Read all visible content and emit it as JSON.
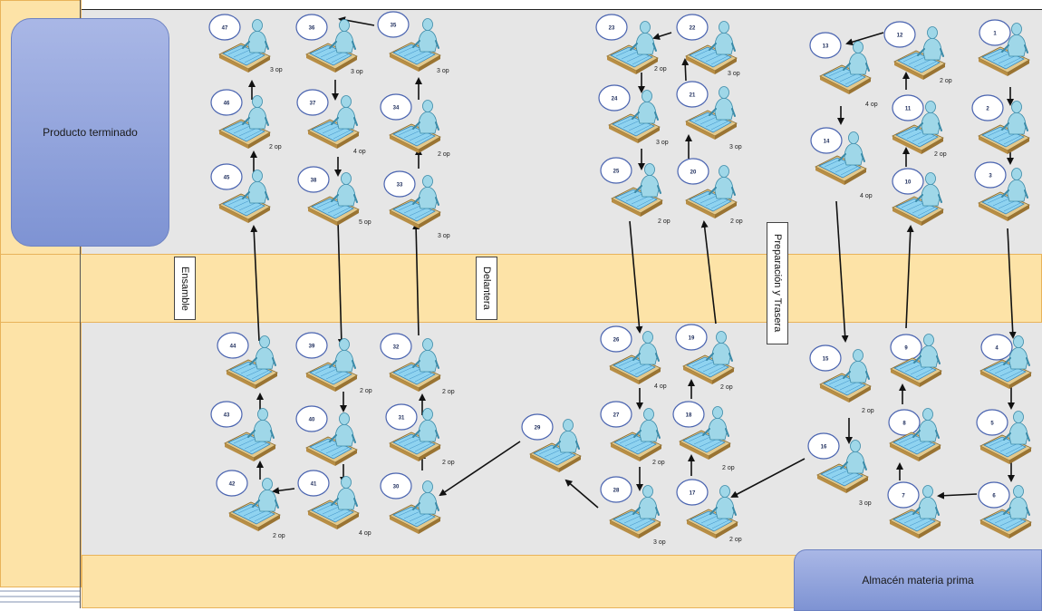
{
  "labels": {
    "finished_goods": "Producto terminado",
    "raw_materials": "Almacén materia prima",
    "area_assembly": "Ensamble",
    "area_front": "Delantera",
    "area_prep_rear": "Preparación y Trasera"
  },
  "stations": [
    {
      "n": "1",
      "op": ""
    },
    {
      "n": "2",
      "op": ""
    },
    {
      "n": "3",
      "op": ""
    },
    {
      "n": "4",
      "op": ""
    },
    {
      "n": "5",
      "op": ""
    },
    {
      "n": "6",
      "op": ""
    },
    {
      "n": "7",
      "op": ""
    },
    {
      "n": "8",
      "op": ""
    },
    {
      "n": "9",
      "op": ""
    },
    {
      "n": "10",
      "op": ""
    },
    {
      "n": "11",
      "op": "2 op"
    },
    {
      "n": "12",
      "op": "2 op"
    },
    {
      "n": "13",
      "op": "4 op"
    },
    {
      "n": "14",
      "op": "4 op"
    },
    {
      "n": "15",
      "op": "2 op"
    },
    {
      "n": "16",
      "op": "3 op"
    },
    {
      "n": "17",
      "op": "2 op"
    },
    {
      "n": "18",
      "op": "2 op"
    },
    {
      "n": "19",
      "op": "2 op"
    },
    {
      "n": "20",
      "op": "2 op"
    },
    {
      "n": "21",
      "op": "3 op"
    },
    {
      "n": "22",
      "op": "3 op"
    },
    {
      "n": "23",
      "op": "2 op"
    },
    {
      "n": "24",
      "op": "3 op"
    },
    {
      "n": "25",
      "op": "2 op"
    },
    {
      "n": "26",
      "op": "4 op"
    },
    {
      "n": "27",
      "op": "2 op"
    },
    {
      "n": "28",
      "op": "3 op"
    },
    {
      "n": "29",
      "op": ""
    },
    {
      "n": "30",
      "op": ""
    },
    {
      "n": "31",
      "op": "2 op"
    },
    {
      "n": "32",
      "op": "2 op"
    },
    {
      "n": "33",
      "op": "3 op"
    },
    {
      "n": "34",
      "op": "2 op"
    },
    {
      "n": "35",
      "op": "3 op"
    },
    {
      "n": "36",
      "op": "3 op"
    },
    {
      "n": "37",
      "op": "4 op"
    },
    {
      "n": "38",
      "op": "5 op"
    },
    {
      "n": "39",
      "op": "2 op"
    },
    {
      "n": "40",
      "op": ""
    },
    {
      "n": "41",
      "op": "4 op"
    },
    {
      "n": "42",
      "op": "2 op"
    },
    {
      "n": "43",
      "op": ""
    },
    {
      "n": "44",
      "op": ""
    },
    {
      "n": "45",
      "op": ""
    },
    {
      "n": "46",
      "op": "2 op"
    },
    {
      "n": "47",
      "op": "3 op"
    }
  ],
  "colors": {
    "floor": "#e6e6e6",
    "aisle": "#fde3a7",
    "storage_box": "#8fa2dc",
    "desk": "#8fd3f0",
    "worker": "#9fd7e8"
  }
}
